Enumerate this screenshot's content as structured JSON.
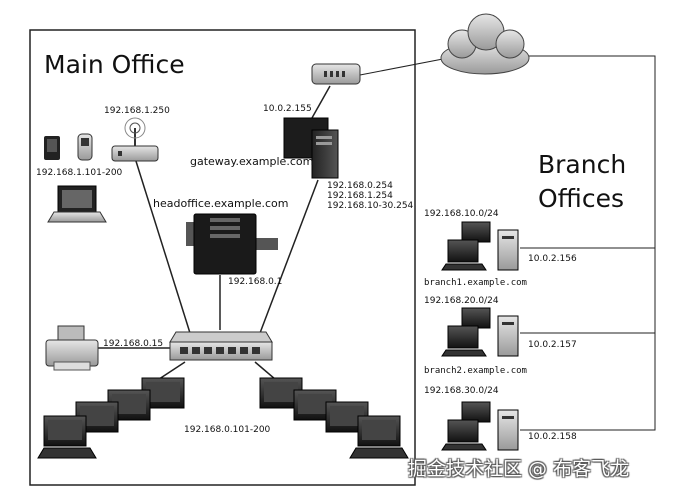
{
  "main_office": {
    "title": "Main Office",
    "wireless_ip": "192.168.1.250",
    "devices_ip": "192.168.1.101-200",
    "modem_ip": "10.0.2.155",
    "gateway_host": "gateway.example.com",
    "gateway_ips": [
      "192.168.0.254",
      "192.168.1.254",
      "192.168.10-30.254"
    ],
    "server_host": "headoffice.example.com",
    "server_ip": "192.168.0.1",
    "printer_ip": "192.168.0.15",
    "workstations_ip": "192.168.0.101-200"
  },
  "branch_offices": {
    "title_line1": "Branch",
    "title_line2": "Offices",
    "branches": [
      {
        "subnet": "192.168.10.0/24",
        "wan_ip": "10.0.2.156",
        "host": "branch1.example.com"
      },
      {
        "subnet": "192.168.20.0/24",
        "wan_ip": "10.0.2.157",
        "host": "branch2.example.com"
      },
      {
        "subnet": "192.168.30.0/24",
        "wan_ip": "10.0.2.158",
        "host": ""
      }
    ]
  },
  "watermark": "掘金技术社区 @ 布客飞龙"
}
